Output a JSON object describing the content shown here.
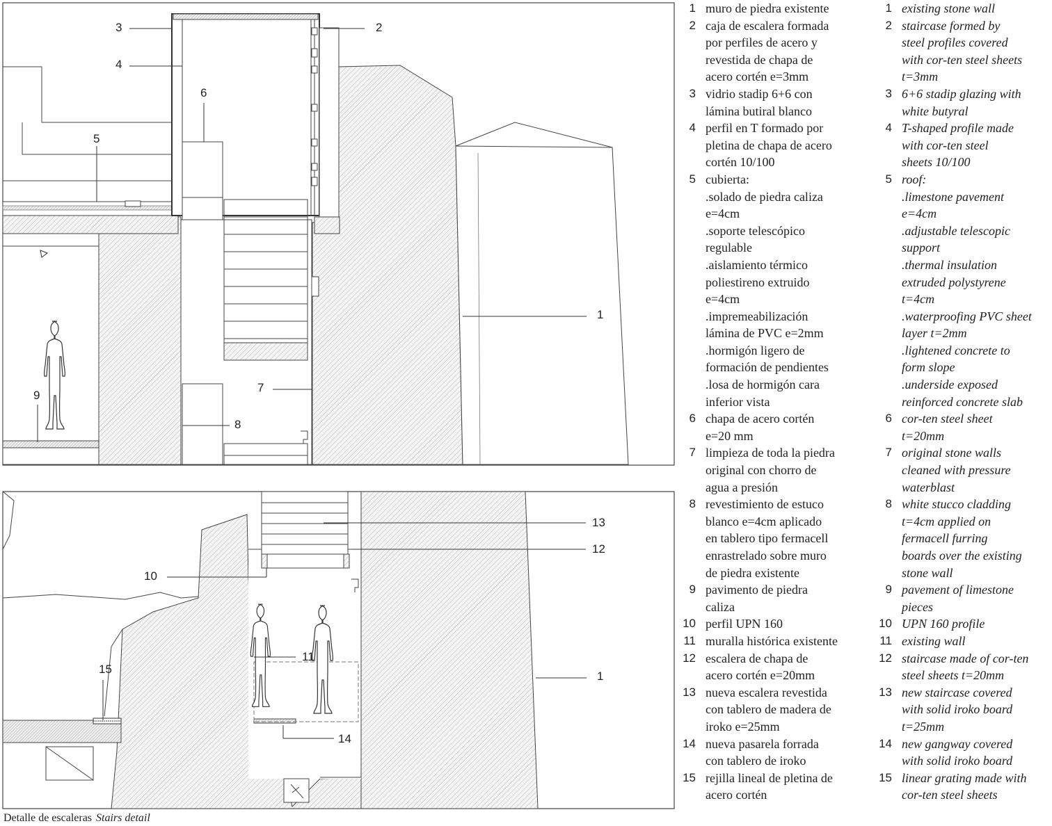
{
  "caption": {
    "es": "Detalle de escaleras",
    "en": "Stairs detail"
  },
  "legend_es": [
    {
      "n": "1",
      "t": "muro de piedra existente"
    },
    {
      "n": "2",
      "t": "caja de escalera formada\npor perfiles de acero y\nrevestida de chapa de\nacero cortén e=3mm"
    },
    {
      "n": "3",
      "t": "vidrio stadip 6+6 con\nlámina butiral blanco"
    },
    {
      "n": "4",
      "t": "perfil en T formado por\npletina de chapa de acero\ncortén 10/100"
    },
    {
      "n": "5",
      "t": "cubierta:\n.solado de piedra caliza\ne=4cm\n.soporte telescópico\nregulable\n.aislamiento térmico\npoliestireno extruido\ne=4cm\n.impremeabilización\nlámina de PVC e=2mm\n.hormigón ligero de\nformación de pendientes\n.losa de hormigón cara\ninferior vista"
    },
    {
      "n": "6",
      "t": "chapa de acero cortén\ne=20 mm"
    },
    {
      "n": "7",
      "t": "limpieza de toda la piedra\noriginal con chorro de\nagua a presión"
    },
    {
      "n": "8",
      "t": "revestimiento de estuco\nblanco e=4cm aplicado\nen tablero tipo fermacell\nenrastrelado sobre muro\nde piedra existente"
    },
    {
      "n": "9",
      "t": "pavimento de piedra\ncaliza"
    },
    {
      "n": "10",
      "t": "perfil UPN 160"
    },
    {
      "n": "11",
      "t": "muralla histórica existente"
    },
    {
      "n": "12",
      "t": "escalera de chapa de\nacero cortén e=20mm"
    },
    {
      "n": "13",
      "t": "nueva escalera revestida\ncon tablero de madera de\niroko e=25mm"
    },
    {
      "n": "14",
      "t": "nueva pasarela forrada\ncon tablero de iroko"
    },
    {
      "n": "15",
      "t": "rejilla lineal de pletina de\nacero cortén"
    }
  ],
  "legend_en": [
    {
      "n": "1",
      "t": "existing stone wall"
    },
    {
      "n": "2",
      "t": "staircase formed by\nsteel profiles covered\nwith cor-ten steel sheets\nt=3mm"
    },
    {
      "n": "3",
      "t": "6+6 stadip glazing with\nwhite butyral"
    },
    {
      "n": "4",
      "t": "T-shaped profile made\nwith cor-ten steel\nsheets 10/100"
    },
    {
      "n": "5",
      "t": "roof:\n.limestone pavement\ne=4cm\n.adjustable telescopic\nsupport\n.thermal insulation\nextruded polystyrene\nt=4cm\n.waterproofing PVC sheet\nlayer t=2mm\n.lightened concrete to\nform slope\n.underside exposed\nreinforced concrete slab"
    },
    {
      "n": "6",
      "t": "cor-ten steel sheet\nt=20mm"
    },
    {
      "n": "7",
      "t": "original stone walls\ncleaned with pressure\nwaterblast"
    },
    {
      "n": "8",
      "t": "white stucco cladding\nt=4cm applied on\nfermacell furring\nboards over the existing\nstone wall"
    },
    {
      "n": "9",
      "t": "pavement of limestone\npieces"
    },
    {
      "n": "10",
      "t": "UPN 160 profile"
    },
    {
      "n": "11",
      "t": "existing wall"
    },
    {
      "n": "12",
      "t": "staircase made of cor-ten\nsteel sheets t=20mm"
    },
    {
      "n": "13",
      "t": "new staircase covered\nwith solid iroko board\nt=25mm"
    },
    {
      "n": "14",
      "t": "new gangway covered\nwith solid iroko board"
    },
    {
      "n": "15",
      "t": "linear grating made with\ncor-ten steel sheets"
    }
  ],
  "callouts_top": [
    "3",
    "2",
    "4",
    "6",
    "5",
    "1",
    "9",
    "7",
    "8"
  ],
  "callouts_bottom": [
    "13",
    "12",
    "10",
    "11",
    "15",
    "1",
    "14"
  ]
}
